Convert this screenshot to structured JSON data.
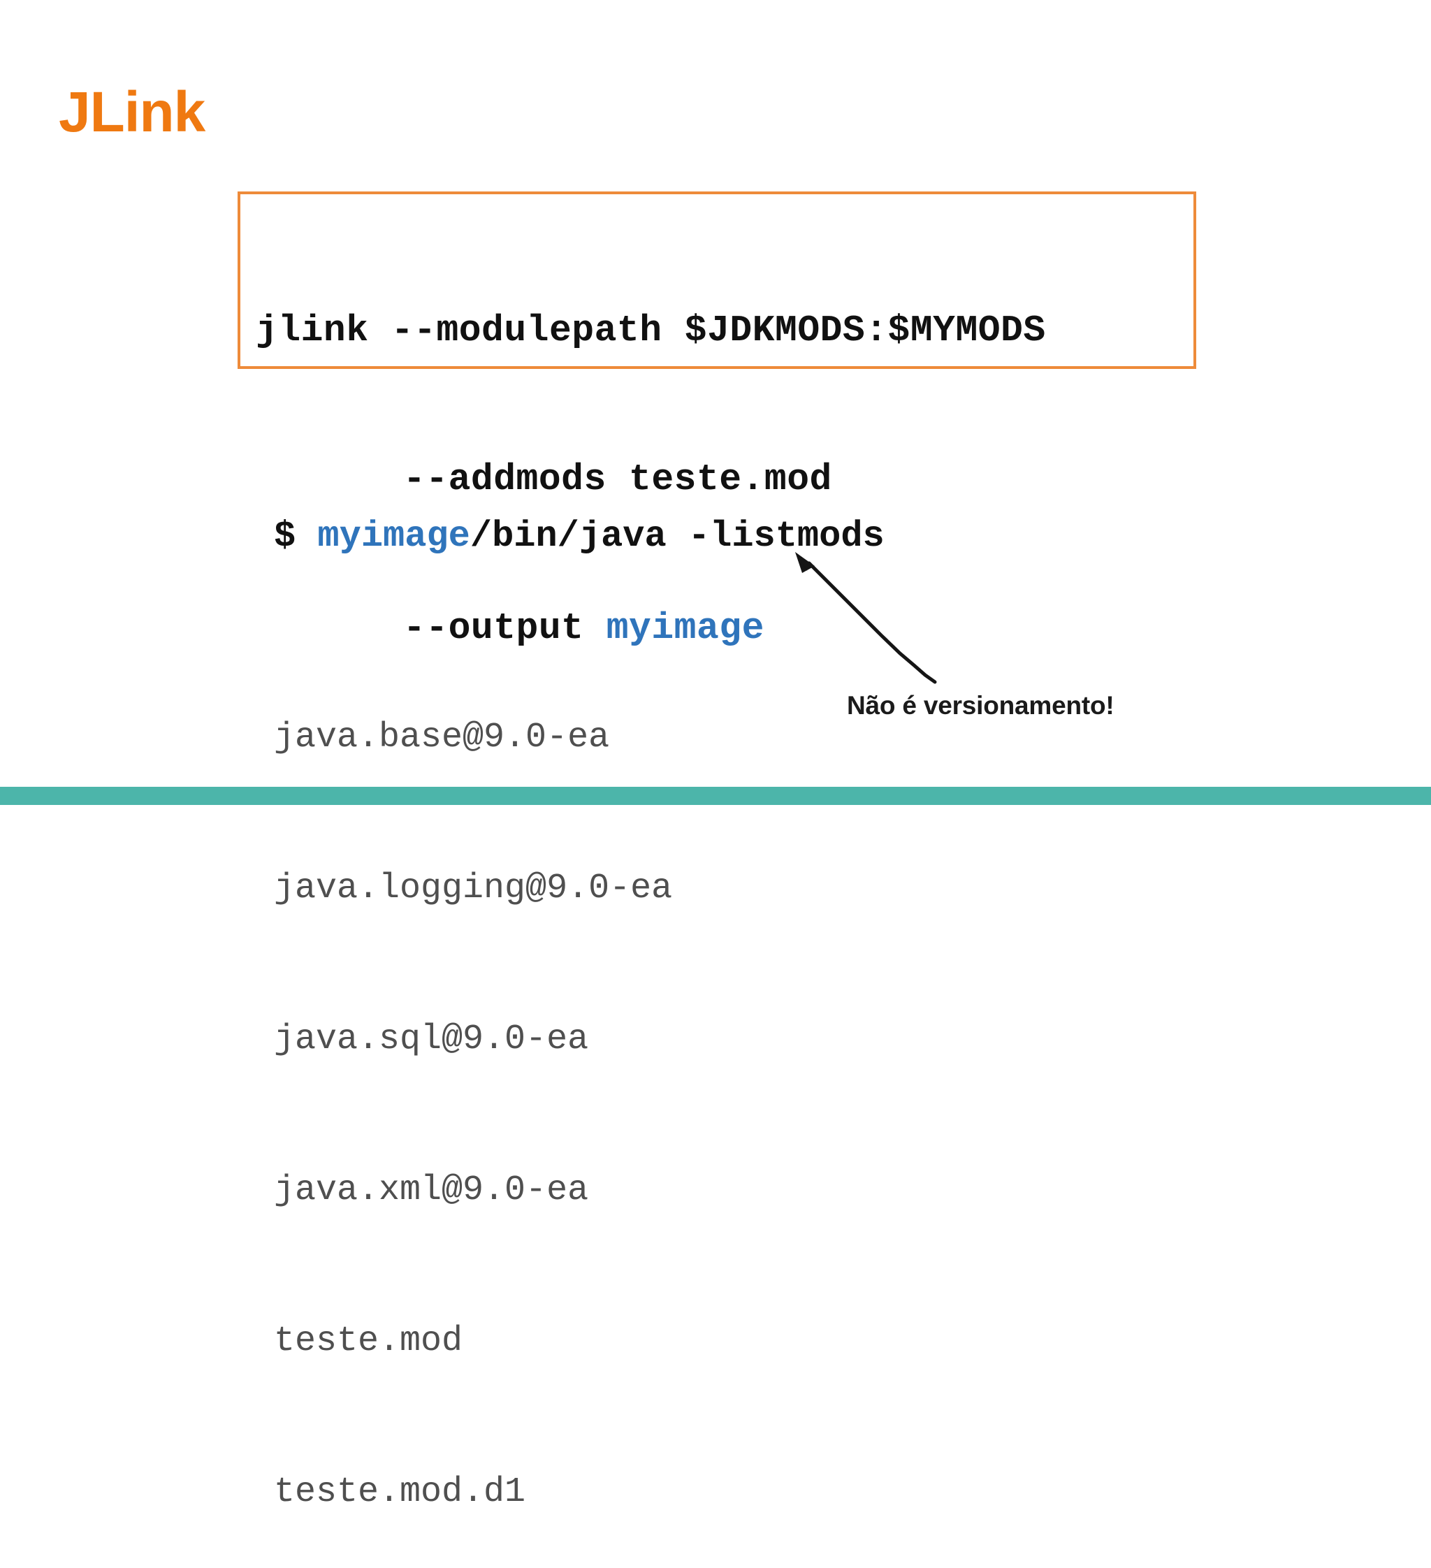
{
  "slide": {
    "title": "JLink",
    "title_color": "#ef7911",
    "background_color": "#ffffff",
    "accent_band_color": "#4cb5aa"
  },
  "command_box": {
    "border_color": "#ee8b3a",
    "highlight_color": "#2f74bb",
    "line1_plain": "jlink --modulepath $JDKMODS:$MYMODS",
    "line2_plain": "--addmods teste.mod",
    "line3_prefix": "--output ",
    "line3_highlight": "myimage"
  },
  "terminal": {
    "prompt_symbol": "$ ",
    "prompt_highlight": "myimage",
    "prompt_rest": "/bin/java -listmods",
    "output_lines": [
      "java.base@9.0-ea",
      "java.logging@9.0-ea",
      "java.sql@9.0-ea",
      "java.xml@9.0-ea",
      "teste.mod",
      "teste.mod.d1"
    ]
  },
  "annotation": {
    "caption": "Não é versionamento!",
    "icon": "arrow-up-left-icon"
  }
}
